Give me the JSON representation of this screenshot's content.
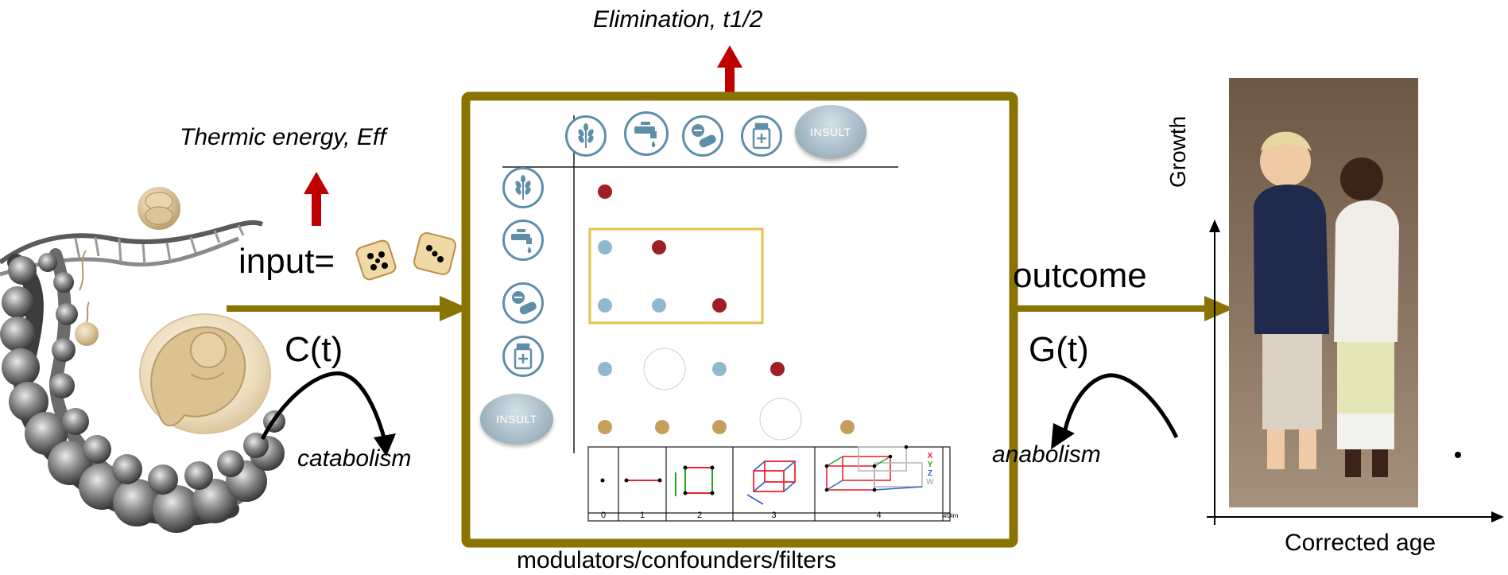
{
  "labels": {
    "elimination": "Elimination, t1/2",
    "thermic": "Thermic energy, Eff",
    "input": "input=",
    "outcome": "outcome",
    "c_t": "C(t)",
    "g_t": "G(t)",
    "catabolism": "catabolism",
    "anabolism": "anabolism",
    "growth": "Growth",
    "corrected_age": "Corrected age",
    "modulators": "modulators/confounders/filters"
  },
  "matrix": {
    "insult_label": "INSULT",
    "row_icons": [
      "wheat-icon",
      "tap-icon",
      "pill-icon",
      "medicine-jar-icon",
      "insult-button"
    ],
    "col_icons": [
      "wheat-icon",
      "tap-icon",
      "pill-icon",
      "medicine-jar-icon",
      "insult-button"
    ],
    "dimension_scale": {
      "labels": [
        "0",
        "1",
        "2",
        "3",
        "4",
        "#Dim"
      ],
      "axis_letters": [
        "X",
        "Y",
        "Z",
        "W"
      ]
    }
  },
  "colors": {
    "frame": "#8a7300",
    "arrow": "#8a7300",
    "up_arrow": "#c00000",
    "dot_red": "#a01e24",
    "dot_blue": "#8fb9cf",
    "dot_tan": "#c4a05a",
    "highlight_box": "#e2c24a",
    "icon_blue": "#5f8ea8"
  }
}
